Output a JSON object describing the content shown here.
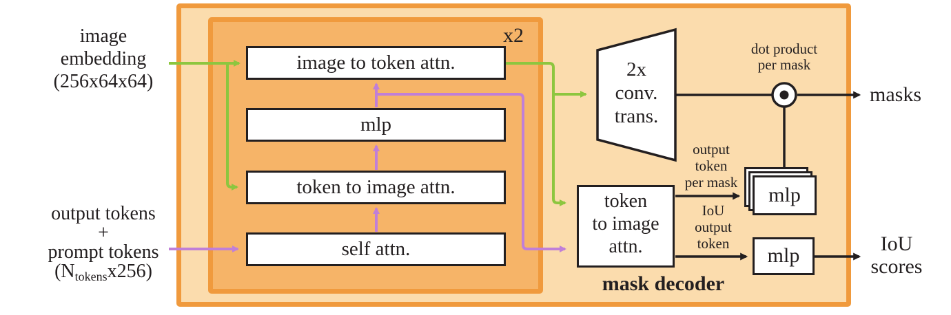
{
  "colors": {
    "green": "#8dc63f",
    "purple": "#c07fd8",
    "orange_border": "#f09a3d",
    "outer_fill": "#fbdcad",
    "inner_fill": "#f6b468",
    "ink": "#231f20"
  },
  "labels": {
    "image_embedding": [
      "image",
      "embedding",
      "(256x64x64)"
    ],
    "tokens_input": [
      "output tokens",
      "+",
      "prompt tokens"
    ],
    "tokens_dim_pre": "(N",
    "tokens_dim_sub": "tokens",
    "tokens_dim_post": "x256)",
    "repeat": "x2",
    "layers": [
      "image to token attn.",
      "mlp",
      "token to image attn.",
      "self attn."
    ],
    "conv": [
      "2x",
      "conv.",
      "trans."
    ],
    "dot_product": [
      "dot product",
      "per mask"
    ],
    "masks": "masks",
    "token_to_image": [
      "token",
      "to image",
      "attn."
    ],
    "output_token": [
      "output",
      "token",
      "per mask"
    ],
    "iou_token": [
      "IoU",
      "output",
      "token"
    ],
    "mlp_masks": "mlp",
    "mlp_iou": "mlp",
    "iou_scores": [
      "IoU",
      "scores"
    ],
    "decoder": "mask decoder"
  }
}
